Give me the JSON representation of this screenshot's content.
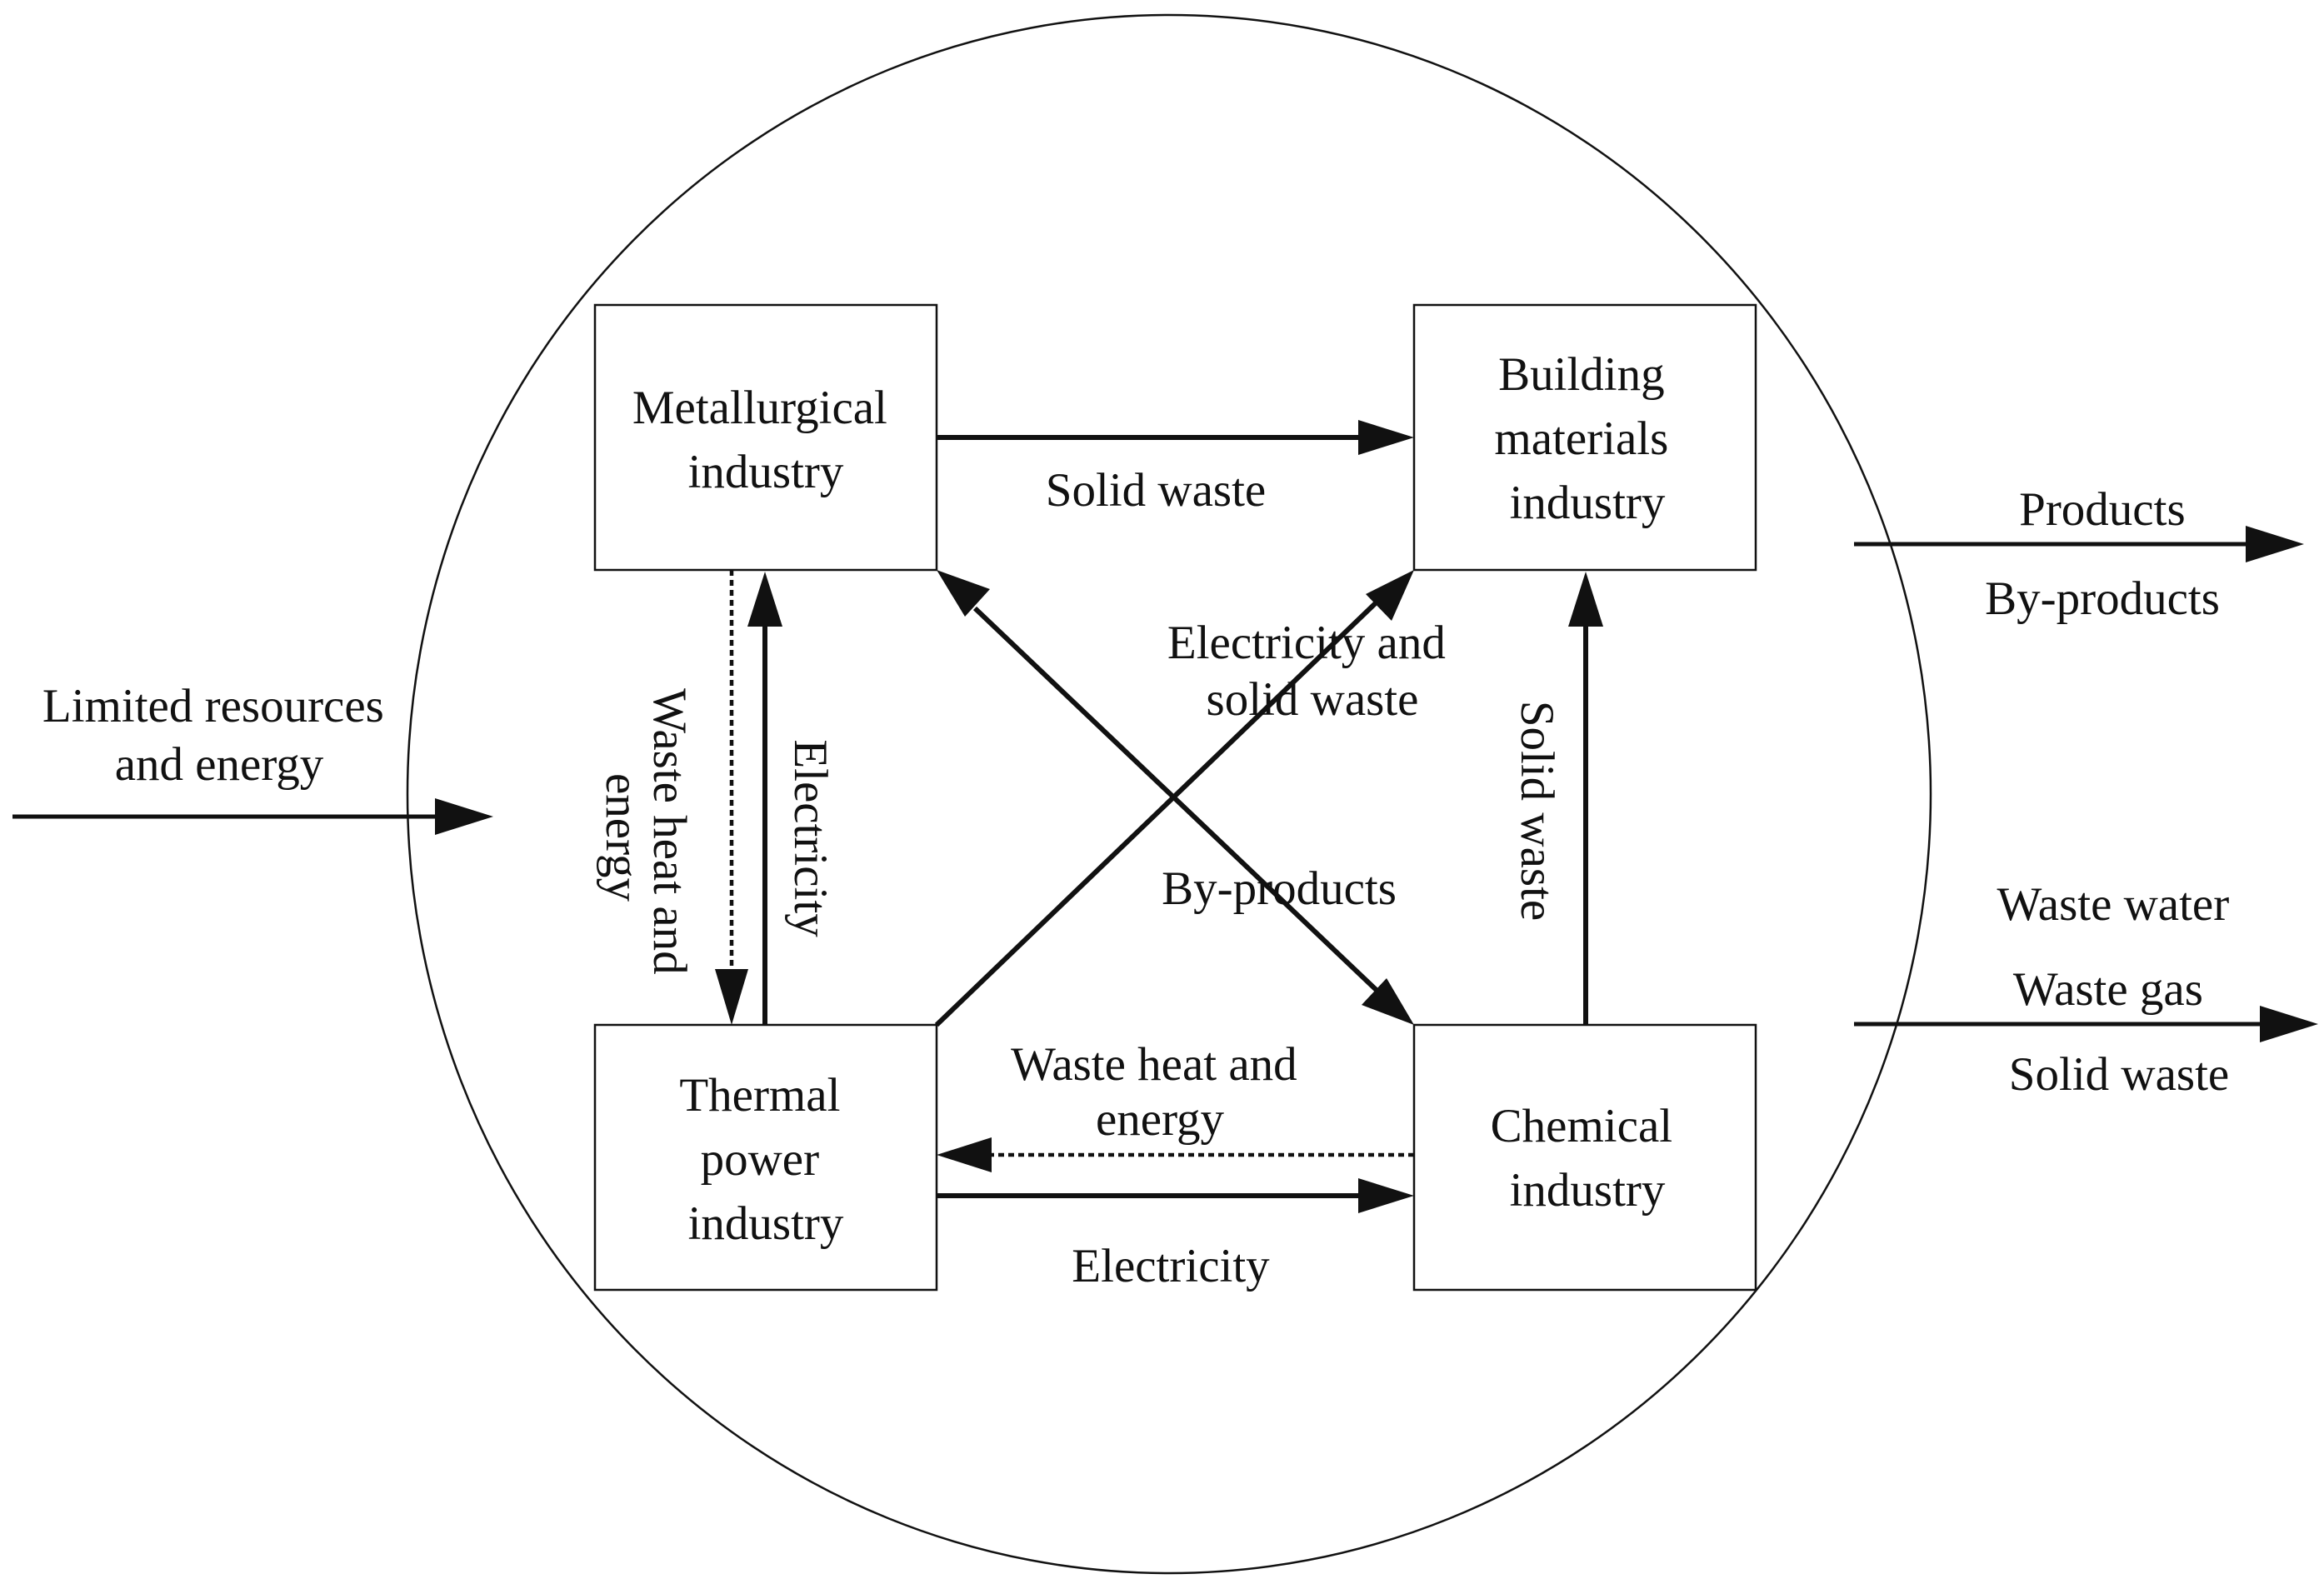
{
  "nodes": {
    "metallurgical": [
      "Metallurgical",
      "industry"
    ],
    "building": [
      "Building",
      "materials",
      "industry"
    ],
    "thermal": [
      "Thermal",
      "power",
      "industry"
    ],
    "chemical": [
      "Chemical",
      "industry"
    ]
  },
  "inputs": {
    "resources": [
      "Limited resources",
      "and energy"
    ]
  },
  "outputs": {
    "products": [
      "Products",
      "By-products"
    ],
    "wastes": [
      "Waste water",
      "Waste gas",
      "Solid waste"
    ]
  },
  "flows": {
    "met_to_build": "Solid waste",
    "met_to_thermal": [
      "Waste heat and",
      "energy"
    ],
    "thermal_to_met": "Electricity",
    "thermal_to_build": [
      "Electricity and",
      "solid waste"
    ],
    "met_chem_exchange": "By-products",
    "chem_to_build": "Solid waste",
    "chem_to_thermal": [
      "Waste heat and",
      "energy"
    ],
    "thermal_to_chem": "Electricity"
  }
}
